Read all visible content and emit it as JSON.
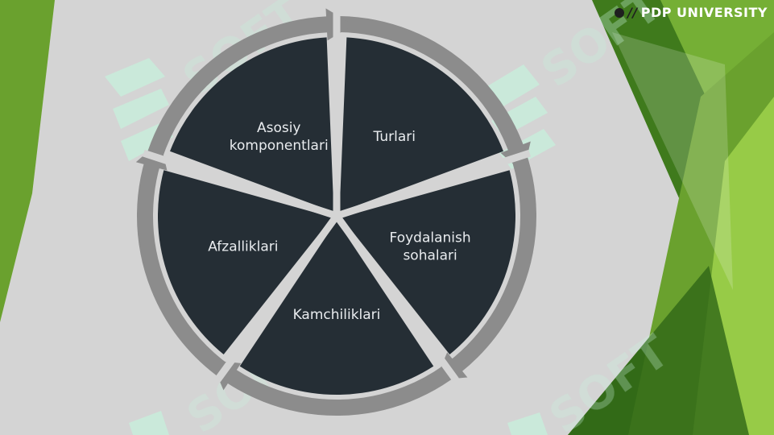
{
  "brand": {
    "name": "PDP UNIVERSITY"
  },
  "cycle": {
    "segments": [
      {
        "label_lines": [
          "Turlari"
        ]
      },
      {
        "label_lines": [
          "Foydalanish",
          "sohalari"
        ]
      },
      {
        "label_lines": [
          "Kamchiliklari"
        ]
      },
      {
        "label_lines": [
          "Afzalliklari"
        ]
      },
      {
        "label_lines": [
          "Asosiy",
          "komponentlari"
        ]
      }
    ]
  },
  "colors": {
    "background": "#d4d4d4",
    "segment_fill": "#252e35",
    "ring": "#8c8c8c",
    "accent_green": "#6aa12e",
    "accent_green_light": "#9ccf4a",
    "accent_green_dark": "#3f7a1c",
    "label_text": "#e9ecef",
    "watermark": "#c7f0dc"
  }
}
